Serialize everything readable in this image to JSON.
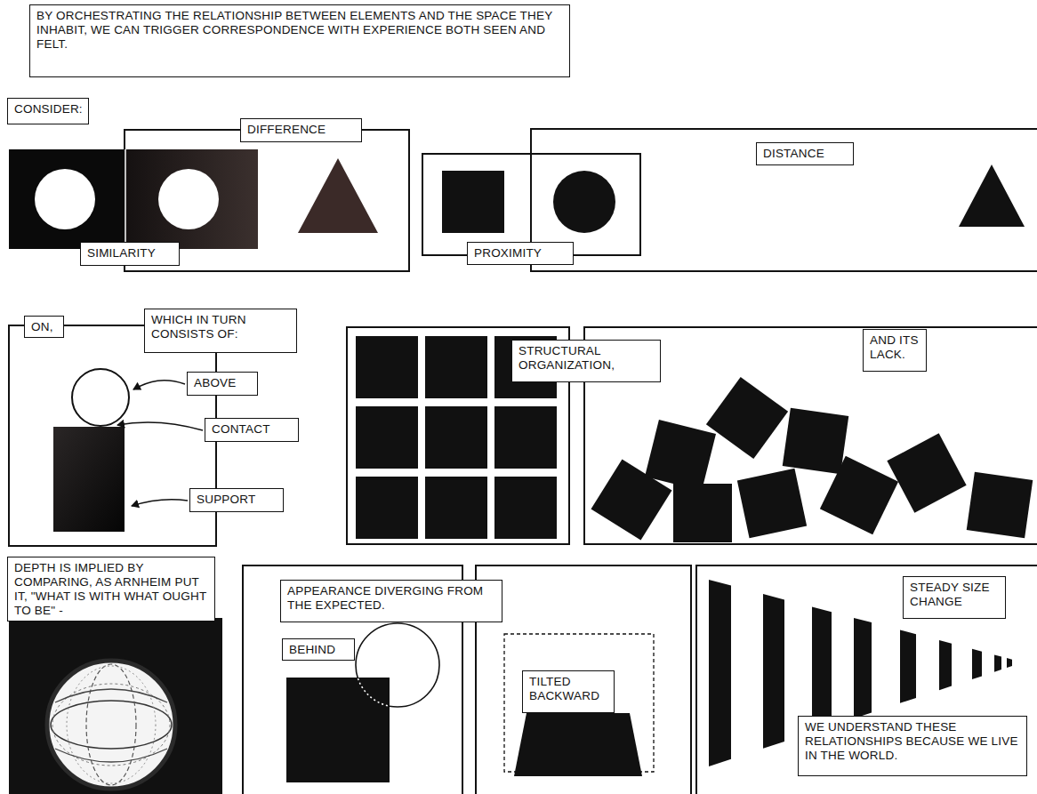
{
  "diagram": {
    "nodes": [
      {
        "text": [
          "BY ORCHESTRATING THE RELATIONSHIP BETWEEN ELEMENTS AND THE SPACE THEY INHABIT, WE CAN TRIGGER CORRESPONDENCE WITH EXPERIENCE BOTH SEEN AND FELT."
        ]
      },
      {
        "text": [
          "CONSIDER:"
        ]
      },
      {
        "text": [
          "DIFFERENCE"
        ]
      },
      {
        "text": [
          "SIMILARITY"
        ]
      },
      {
        "text": [
          "DISTANCE"
        ]
      },
      {
        "text": [
          "PROXIMITY"
        ]
      },
      {
        "text": [
          "ON,"
        ]
      },
      {
        "text": [
          "WHICH IN TURN CONSISTS OF:"
        ]
      },
      {
        "text": [
          "ABOVE"
        ]
      },
      {
        "text": [
          "CONTACT"
        ]
      },
      {
        "text": [
          "SUPPORT"
        ]
      },
      {
        "text": [
          "STRUCTURAL ORGANIZATION,"
        ]
      },
      {
        "text": [
          "AND ITS LACK."
        ]
      },
      {
        "text": [
          "DEPTH IS IMPLIED BY COMPARING, AS ARNHEIM PUT IT, \"WHAT IS WITH WHAT OUGHT TO BE\" -"
        ]
      },
      {
        "text": [
          "APPEARANCE DIVERGING FROM THE EXPECTED."
        ]
      },
      {
        "text": [
          "BEHIND"
        ]
      },
      {
        "text": [
          "TILTED BACKWARD"
        ]
      },
      {
        "text": [
          "STEADY SIZE CHANGE"
        ]
      },
      {
        "text": [
          "WE UNDERSTAND THESE RELATIONSHIPS BECAUSE WE LIVE IN THE WORLD."
        ]
      }
    ]
  }
}
